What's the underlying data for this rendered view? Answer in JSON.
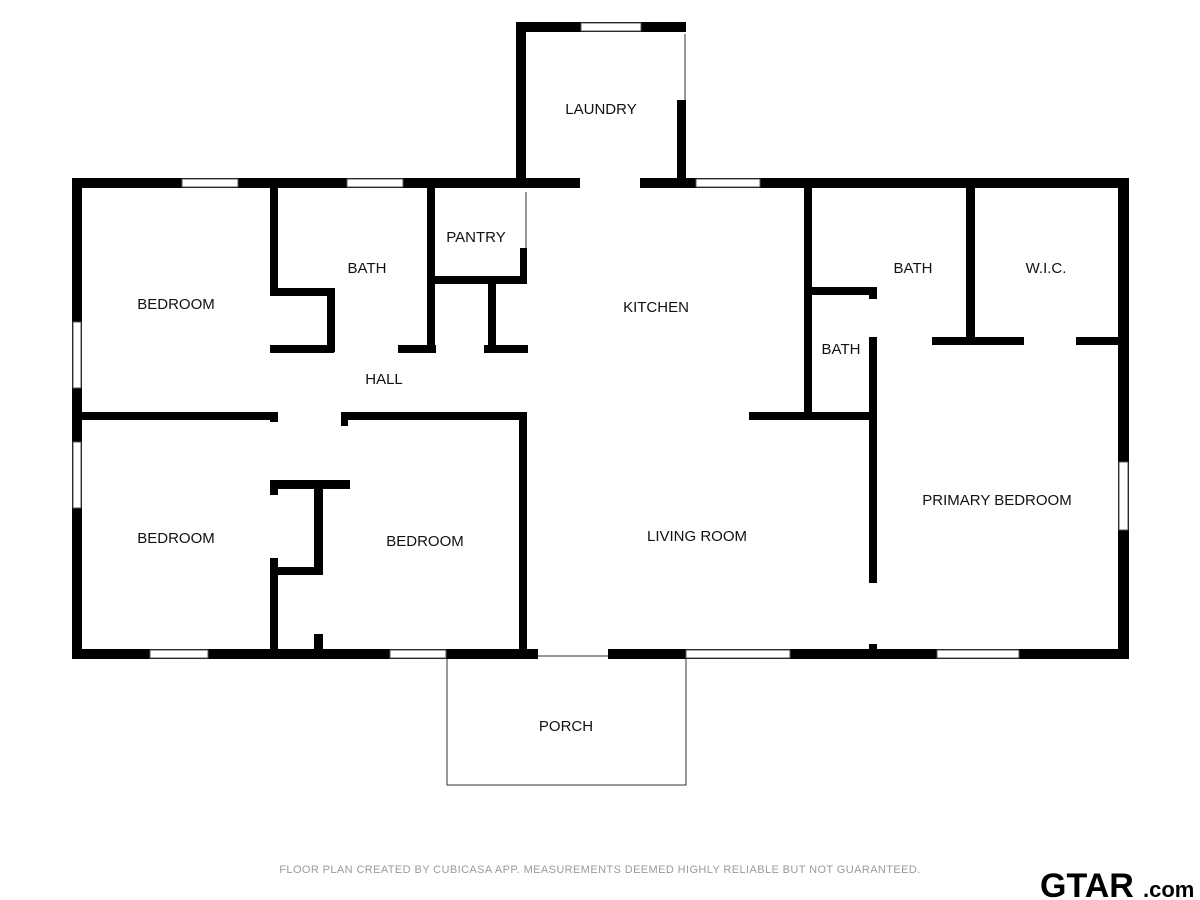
{
  "rooms": {
    "laundry": "LAUNDRY",
    "pantry": "PANTRY",
    "bath_left": "BATH",
    "bedroom_top_left": "BEDROOM",
    "bedroom_bottom_left": "BEDROOM",
    "bedroom_middle": "BEDROOM",
    "hall": "HALL",
    "kitchen": "KITCHEN",
    "living_room": "LIVING ROOM",
    "bath_right": "BATH",
    "bath_small": "BATH",
    "wic": "W.I.C.",
    "primary_bedroom": "PRIMARY BEDROOM",
    "porch": "PORCH"
  },
  "footer": {
    "disclaimer": "FLOOR PLAN CREATED BY CUBICASA APP. MEASUREMENTS DEEMED HIGHLY RELIABLE BUT NOT GUARANTEED."
  },
  "logo": {
    "text_main": "GTAR",
    "text_suffix": ".com"
  }
}
